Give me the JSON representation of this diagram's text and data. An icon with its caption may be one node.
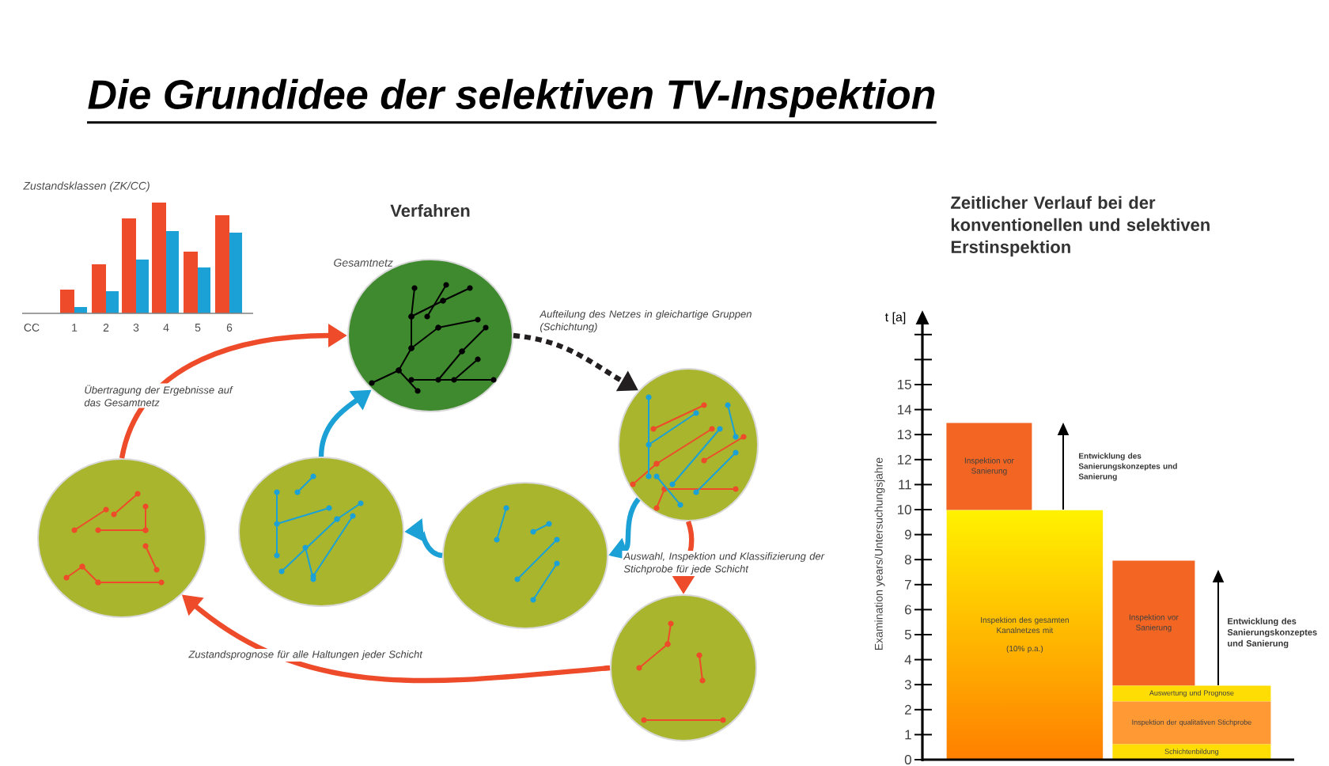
{
  "diagram": {
    "title": "Die Grundidee der selektiven TV-Inspektion",
    "nodes": [
      {
        "text": [],
        "shape": "circle",
        "beside": [
          "Gesamtnetz"
        ]
      },
      {
        "text": [],
        "shape": "circle"
      },
      {
        "text": [],
        "shape": "circle"
      },
      {
        "text": [],
        "shape": "circle"
      },
      {
        "text": [],
        "shape": "circle"
      },
      {
        "text": [],
        "shape": "circle"
      },
      {
        "text": [
          "Inspektion vor Sanierung"
        ]
      },
      {
        "text": [
          "Inspektion des gesamten Kanalnetzes mit",
          "(10% p.a.)"
        ]
      },
      {
        "text": [
          "Inspektion vor Sanierung"
        ]
      },
      {
        "text": [
          "Auswertung und Prognose"
        ]
      },
      {
        "text": [
          "Inspektion der qualitativen Stichprobe"
        ]
      },
      {
        "text": [
          "Schichtenbildung"
        ]
      }
    ],
    "edges": [
      {
        "from": 0,
        "to": 1,
        "arrow": "to",
        "label": "Aufteilung des Netzes in gleichartige Gruppen (Schichtung)",
        "style": "dashed",
        "color": "#231f20"
      },
      {
        "from": 1,
        "to": 2,
        "arrow": "to",
        "label": "Auswahl, Inspektion und Klassifizierung der Stichprobe für jede Schicht",
        "color": "#ee4b2b"
      },
      {
        "from": 1,
        "to": 3,
        "arrow": "to",
        "color": "#1ba1d6"
      },
      {
        "from": 3,
        "to": 4,
        "arrow": "to",
        "color": "#1ba1d6"
      },
      {
        "from": 4,
        "to": 0,
        "arrow": "to",
        "color": "#1ba1d6"
      },
      {
        "from": 2,
        "to": 5,
        "arrow": "to",
        "label": "Zustandsprognose für alle Haltungen jeder Schicht",
        "color": "#ee4b2b"
      },
      {
        "from": 5,
        "to": 0,
        "arrow": "to",
        "label": "Übertragung der Ergebnisse auf das Gesamtnetz",
        "color": "#ee4b2b"
      }
    ],
    "labels": [
      "Zustandsklassen (ZK/CC)",
      "CC",
      "1",
      "2",
      "3",
      "4",
      "5",
      "6",
      "Verfahren",
      "Zeitlicher Verlauf bei der konventionellen und selektiven Erstinspektion",
      "t [a]",
      "15",
      "14",
      "13",
      "12",
      "11",
      "10",
      "9",
      "8",
      "7",
      "6",
      "5",
      "4",
      "3",
      "2",
      "1",
      "0",
      "Examination years/Untersuchungsjahre",
      "Entwicklung des Sanierungskonzeptes und Sanierung",
      "Entwicklung des Sanierungskonzeptes und Sanierung"
    ]
  }
}
